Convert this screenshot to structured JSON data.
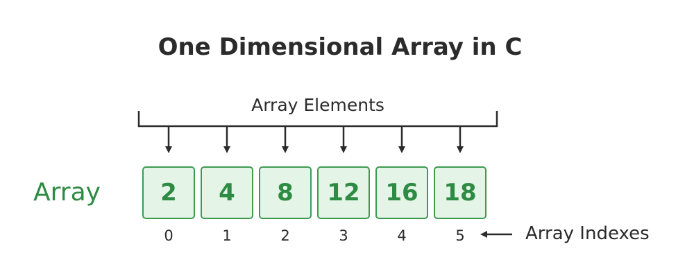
{
  "title": "One Dimensional Array in C",
  "elements_label": "Array Elements",
  "array_label": "Array",
  "indexes_label": "Array Indexes",
  "cells": [
    {
      "value": "2",
      "index": "0"
    },
    {
      "value": "4",
      "index": "1"
    },
    {
      "value": "8",
      "index": "2"
    },
    {
      "value": "12",
      "index": "3"
    },
    {
      "value": "16",
      "index": "4"
    },
    {
      "value": "18",
      "index": "5"
    }
  ],
  "colors": {
    "accent_green": "#2e8b43",
    "cell_fill": "#e4f4e6",
    "cell_border": "#3e9a52",
    "text_dark": "#2b2b2b"
  }
}
